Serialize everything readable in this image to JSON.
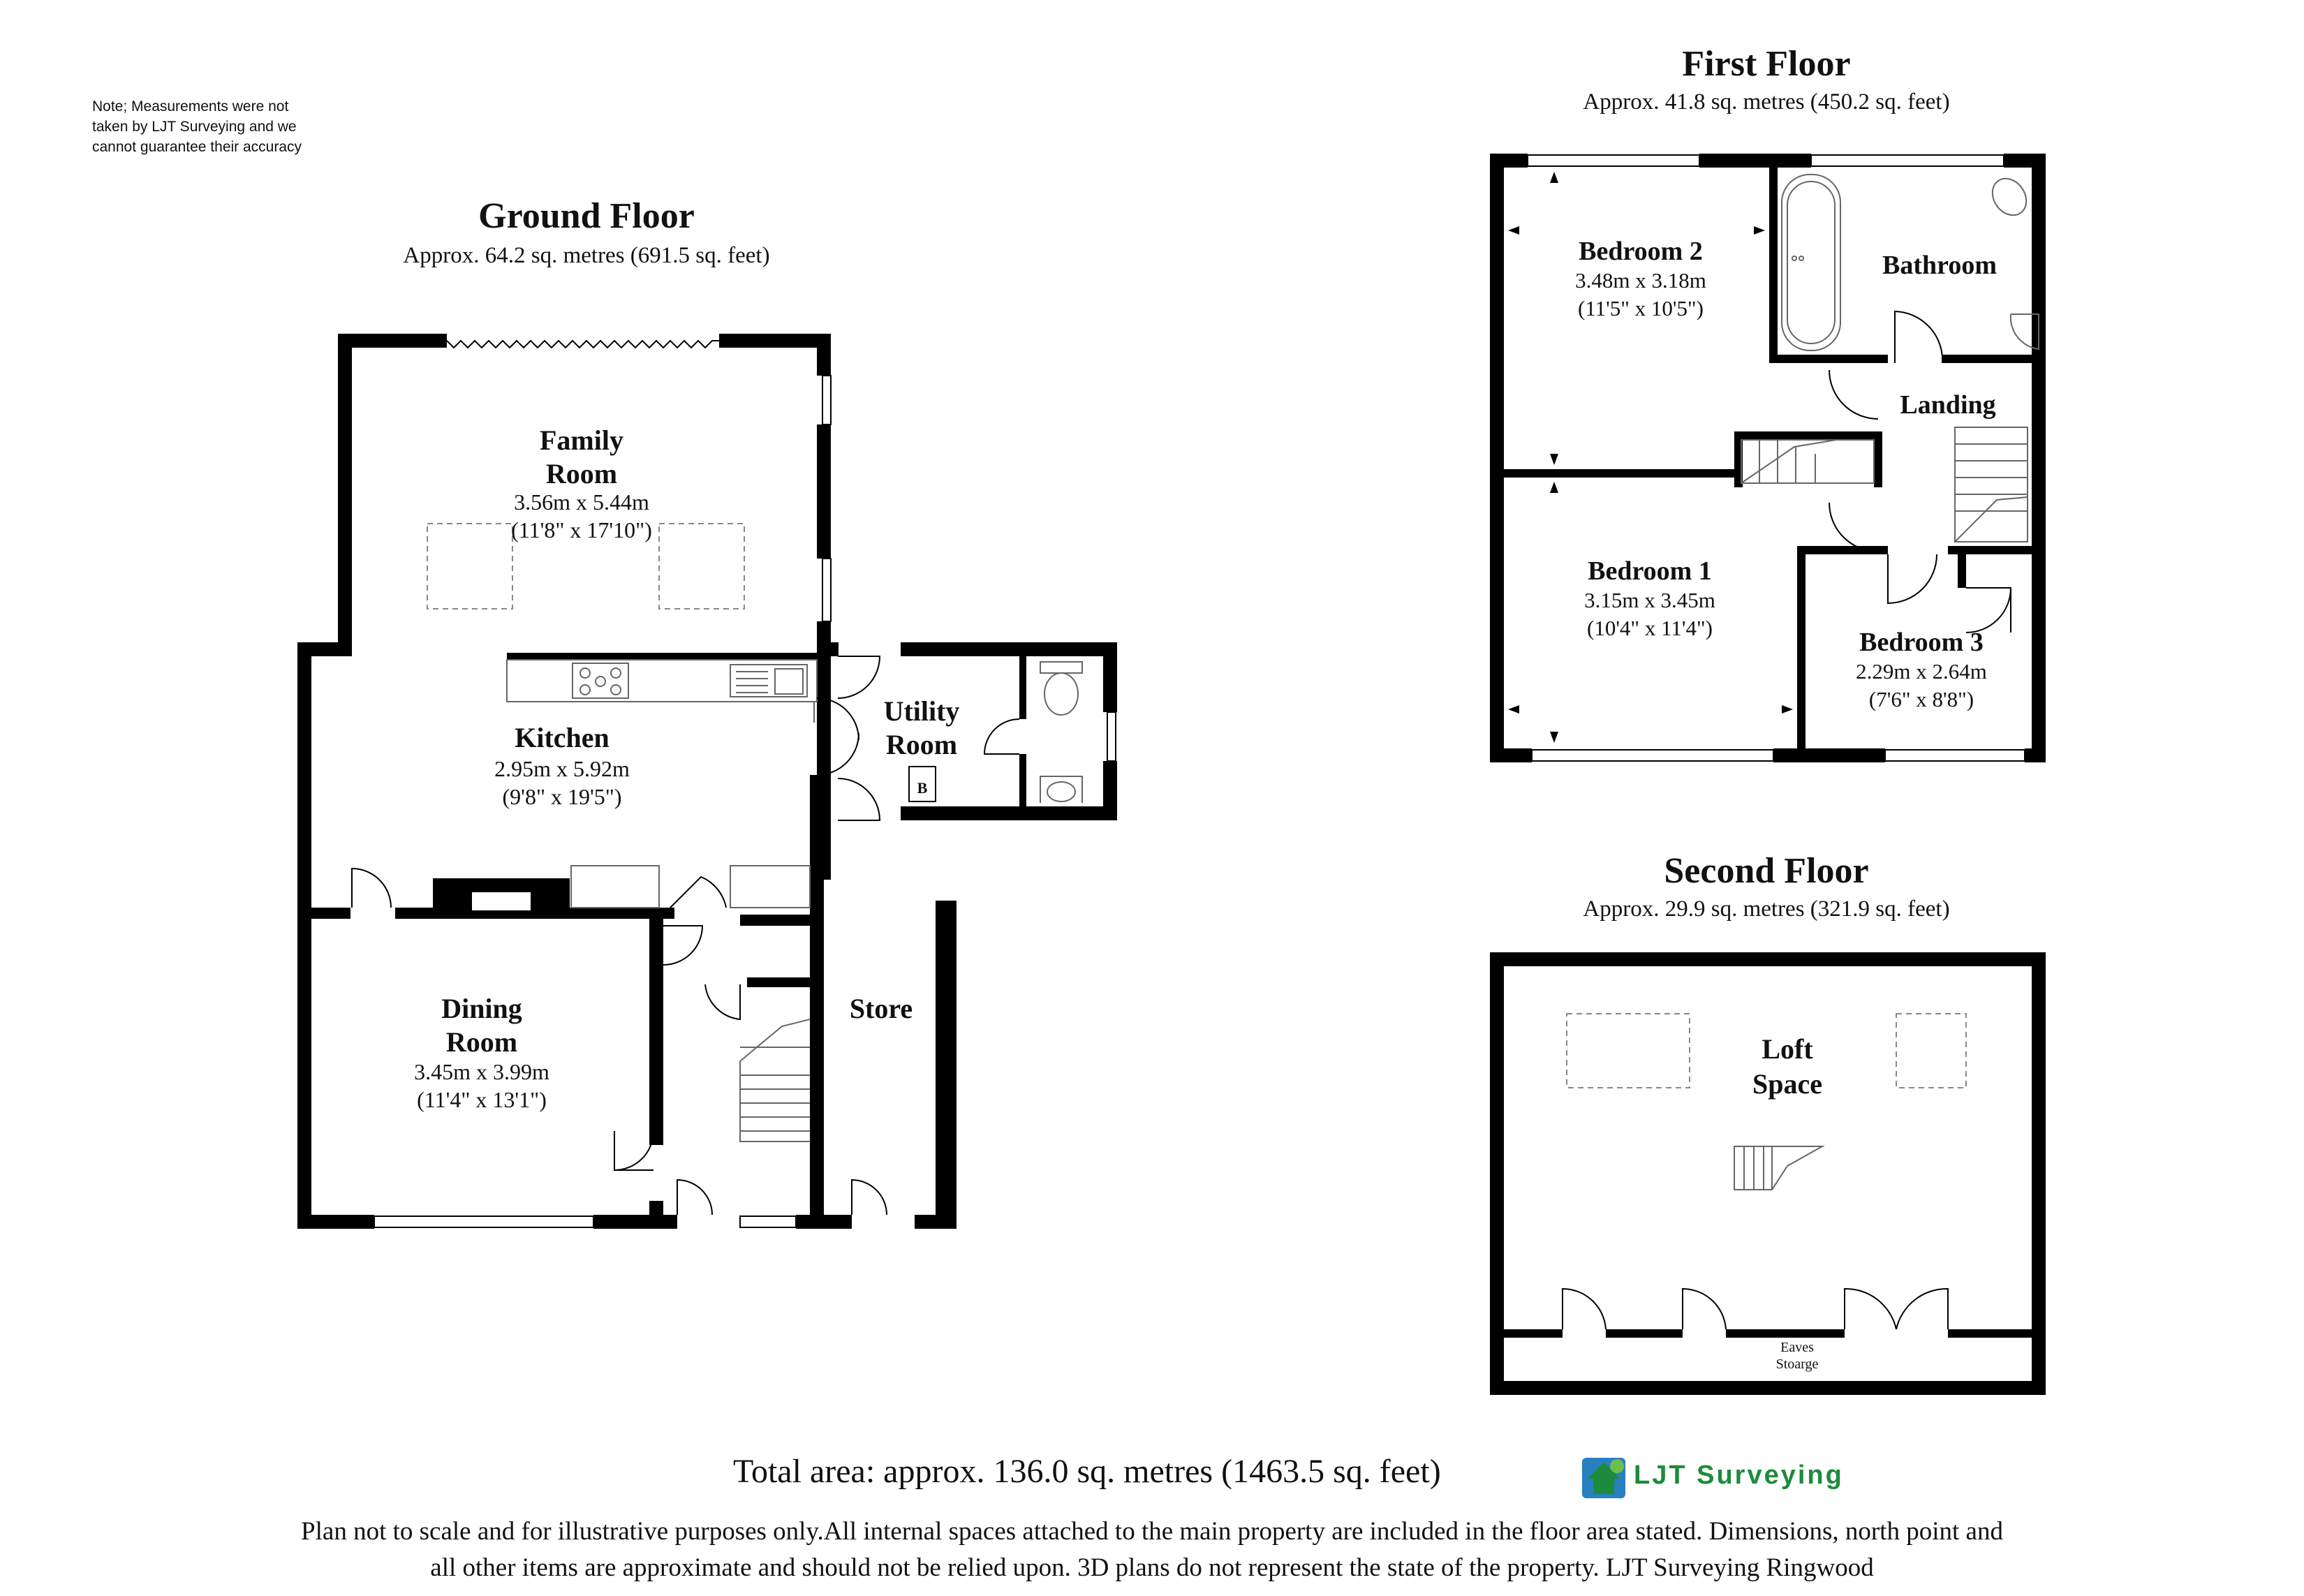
{
  "note": "Note; Measurements were not taken by LJT Surveying and we cannot guarantee their accuracy",
  "floors": {
    "ground": {
      "title": "Ground Floor",
      "area": "Approx. 64.2 sq. metres (691.5 sq. feet)",
      "rooms": {
        "family": {
          "name_line1": "Family",
          "name_line2": "Room",
          "metric": "3.56m x 5.44m",
          "imperial": "(11'8\" x 17'10\")"
        },
        "kitchen": {
          "name": "Kitchen",
          "metric": "2.95m x 5.92m",
          "imperial": "(9'8\" x 19'5\")"
        },
        "utility": {
          "name_line1": "Utility",
          "name_line2": "Room",
          "boiler": "B"
        },
        "dining": {
          "name_line1": "Dining",
          "name_line2": "Room",
          "metric": "3.45m x 3.99m",
          "imperial": "(11'4\" x 13'1\")"
        },
        "store": {
          "name": "Store"
        }
      }
    },
    "first": {
      "title": "First Floor",
      "area": "Approx. 41.8 sq. metres (450.2 sq. feet)",
      "rooms": {
        "bedroom2": {
          "name": "Bedroom 2",
          "metric": "3.48m x 3.18m",
          "imperial": "(11'5\" x 10'5\")"
        },
        "bathroom": {
          "name": "Bathroom"
        },
        "landing": {
          "name": "Landing"
        },
        "bedroom1": {
          "name": "Bedroom 1",
          "metric": "3.15m x 3.45m",
          "imperial": "(10'4\" x 11'4\")"
        },
        "bedroom3": {
          "name": "Bedroom 3",
          "metric": "2.29m x 2.64m",
          "imperial": "(7'6\" x 8'8\")"
        }
      }
    },
    "second": {
      "title": "Second Floor",
      "area": "Approx. 29.9 sq. metres (321.9 sq. feet)",
      "rooms": {
        "loft": {
          "name_line1": "Loft",
          "name_line2": "Space"
        },
        "eaves": {
          "line1": "Eaves",
          "line2": "Stoarge"
        }
      }
    }
  },
  "total_area": "Total area: approx. 136.0 sq. metres (1463.5 sq. feet)",
  "brand": "LJT Surveying",
  "disclaimer_line1": "Plan not to scale and for illustrative purposes only.All internal spaces attached to the main property are included in the floor area stated. Dimensions, north point and",
  "disclaimer_line2": "all other items are approximate and should not be relied upon. 3D plans do not represent the state of the property. LJT Surveying Ringwood",
  "colors": {
    "wall": "#000000",
    "fixture": "#888888",
    "brand_green": "#1d8b3b",
    "brand_blue": "#2a7fc0"
  }
}
